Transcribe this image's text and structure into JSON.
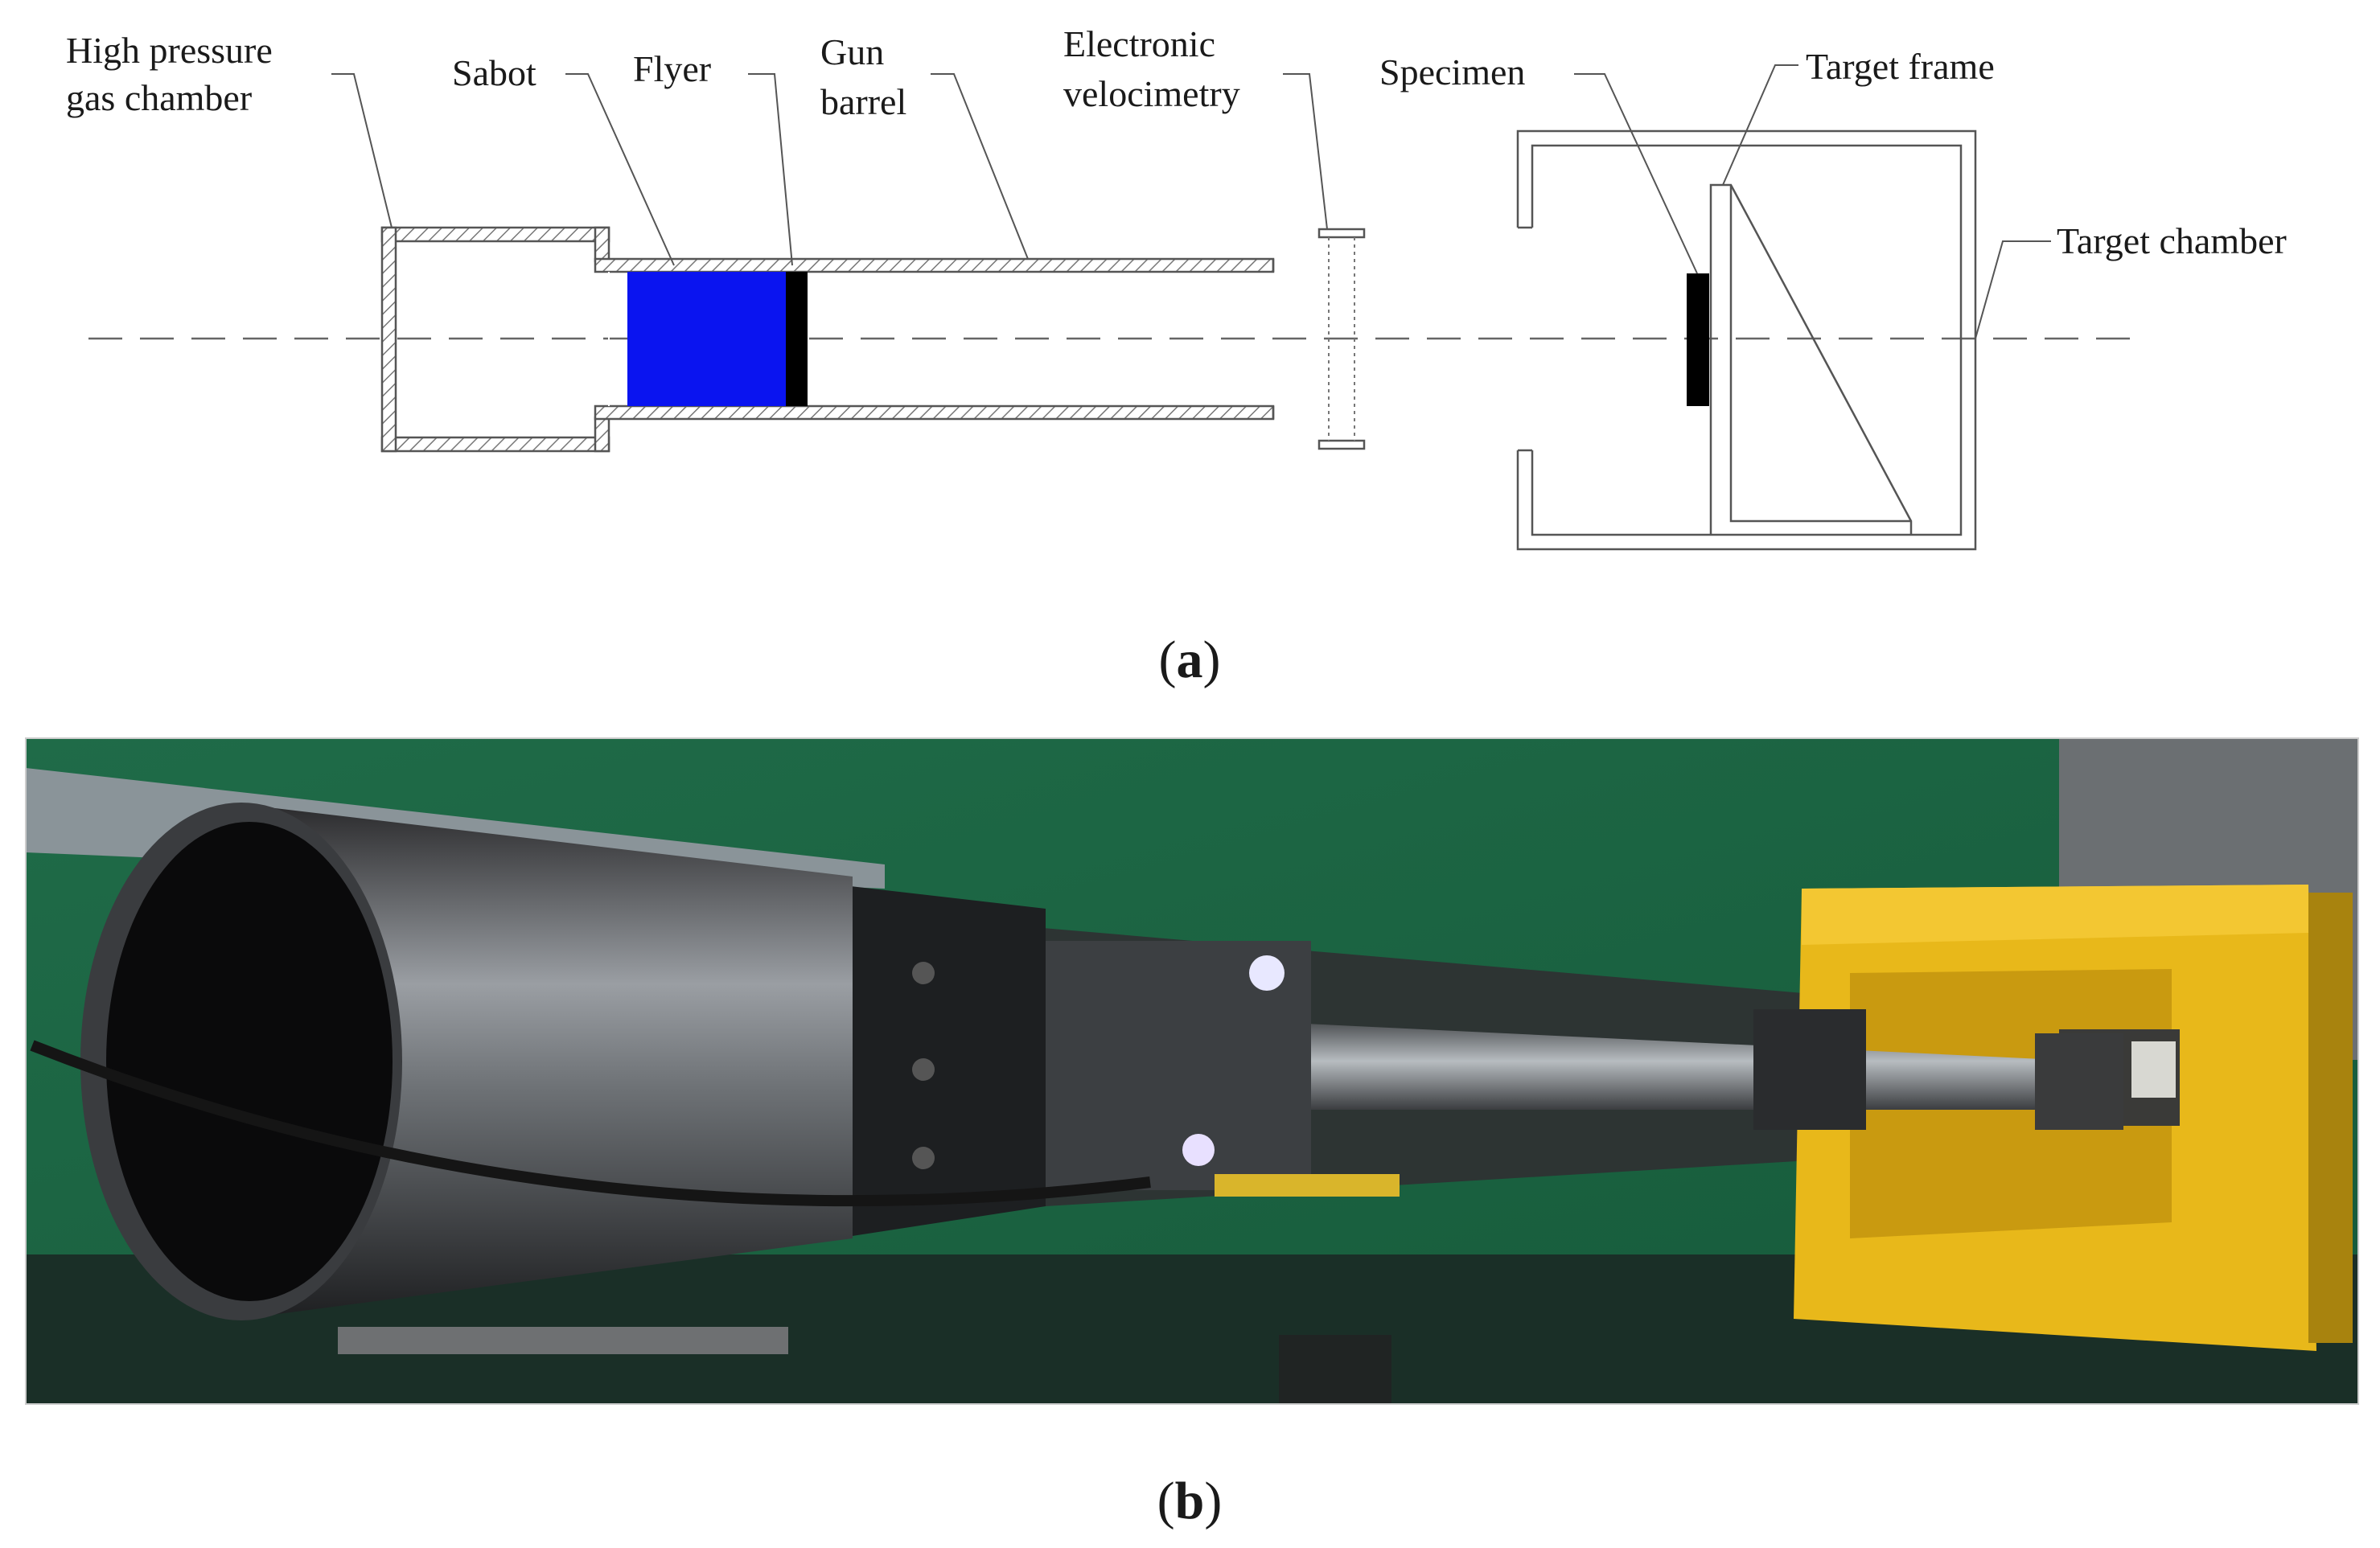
{
  "diagram": {
    "labels": {
      "gas_chamber_l1": "High pressure",
      "gas_chamber_l2": "gas chamber",
      "sabot": "Sabot",
      "flyer": "Flyer",
      "barrel_l1": "Gun",
      "barrel_l2": "barrel",
      "velocimetry_l1": "Electronic",
      "velocimetry_l2": "velocimetry",
      "specimen": "Specimen",
      "target_frame": "Target frame",
      "target_chamber": "Target chamber"
    },
    "colors": {
      "sabot": "#0a14f0",
      "flyer": "#000000",
      "lines": "#555555"
    }
  },
  "captions": {
    "a_open": "(",
    "a_letter": "a",
    "a_close": ")",
    "b_open": "(",
    "b_letter": "b",
    "b_close": ")"
  },
  "photo": {
    "icons": [
      "gun-barrel-photo",
      "yellow-target-chamber",
      "green-wall"
    ]
  }
}
